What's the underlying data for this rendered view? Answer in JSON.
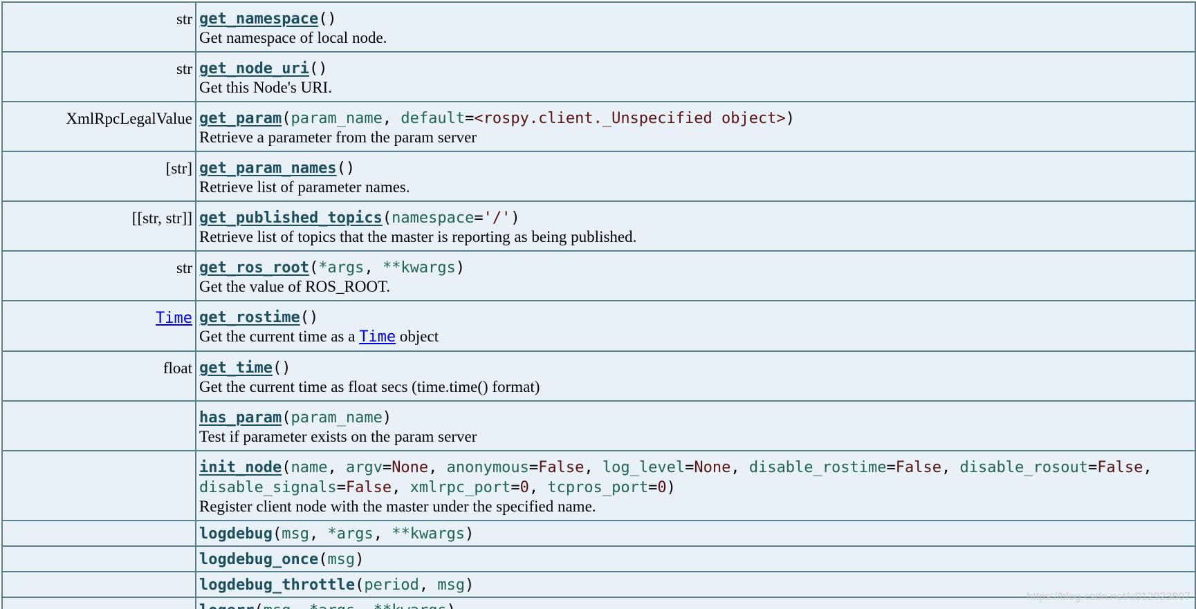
{
  "rows": [
    {
      "type": "str",
      "name": "get_namespace",
      "desc": "Get namespace of local node."
    },
    {
      "type": "str",
      "name": "get_node_uri",
      "desc": "Get this Node's URI."
    },
    {
      "type": "XmlRpcLegalValue",
      "name": "get_param",
      "args": {
        "a1": "param_name",
        "a2": "default",
        "v2": "<rospy.client._Unspecified object>"
      },
      "desc": "Retrieve a parameter from the param server"
    },
    {
      "type": "[str]",
      "name": "get_param_names",
      "desc": "Retrieve list of parameter names."
    },
    {
      "type": "[[str, str]]",
      "name": "get_published_topics",
      "args": {
        "a1": "namespace",
        "v1": "'/'"
      },
      "desc": "Retrieve list of topics that the master is reporting as being published."
    },
    {
      "type": "str",
      "name": "get_ros_root",
      "args": {
        "a1": "*args",
        "a2": "**kwargs"
      },
      "desc": "Get the value of ROS_ROOT."
    },
    {
      "type": "Time",
      "name": "get_rostime",
      "desc_prefix": "Get the current time as a",
      "desc_link": "Time",
      "desc_suffix": "object"
    },
    {
      "type": "float",
      "name": "get_time",
      "desc": "Get the current time as float secs (time.time() format)"
    },
    {
      "type": "",
      "name": "has_param",
      "args": {
        "a1": "param_name"
      },
      "desc": "Test if parameter exists on the param server"
    },
    {
      "type": "",
      "name": "init_node",
      "args": {
        "a1": "name",
        "a2": "argv",
        "v2": "None",
        "a3": "anonymous",
        "v3": "False",
        "a4": "log_level",
        "v4": "None",
        "a5": "disable_rostime",
        "v5": "False",
        "a6": "disable_rosout",
        "v6": "False",
        "a7": "disable_signals",
        "v7": "False",
        "a8": "xmlrpc_port",
        "v8": "0",
        "a9": "tcpros_port",
        "v9": "0"
      },
      "desc": "Register client node with the master under the specified name."
    },
    {
      "type": "",
      "name": "logdebug",
      "args": {
        "a1": "msg",
        "a2": "*args",
        "a3": "**kwargs"
      }
    },
    {
      "type": "",
      "name": "logdebug_once",
      "args": {
        "a1": "msg"
      }
    },
    {
      "type": "",
      "name": "logdebug_throttle",
      "args": {
        "a1": "period",
        "a2": "msg"
      }
    },
    {
      "type": "",
      "name": "logerr",
      "args": {
        "a1": "msg",
        "a2": "*args",
        "a3": "**kwargs"
      }
    }
  ],
  "watermark": "https://blog.csdn.net/u012923807",
  "colors": {
    "row_bg": "#e8f0f8",
    "border": "#5a7f8f",
    "func_name": "#1b4e5e",
    "arg_name": "#1f6550",
    "default_value": "#5b1010",
    "link": "#0000ee"
  }
}
